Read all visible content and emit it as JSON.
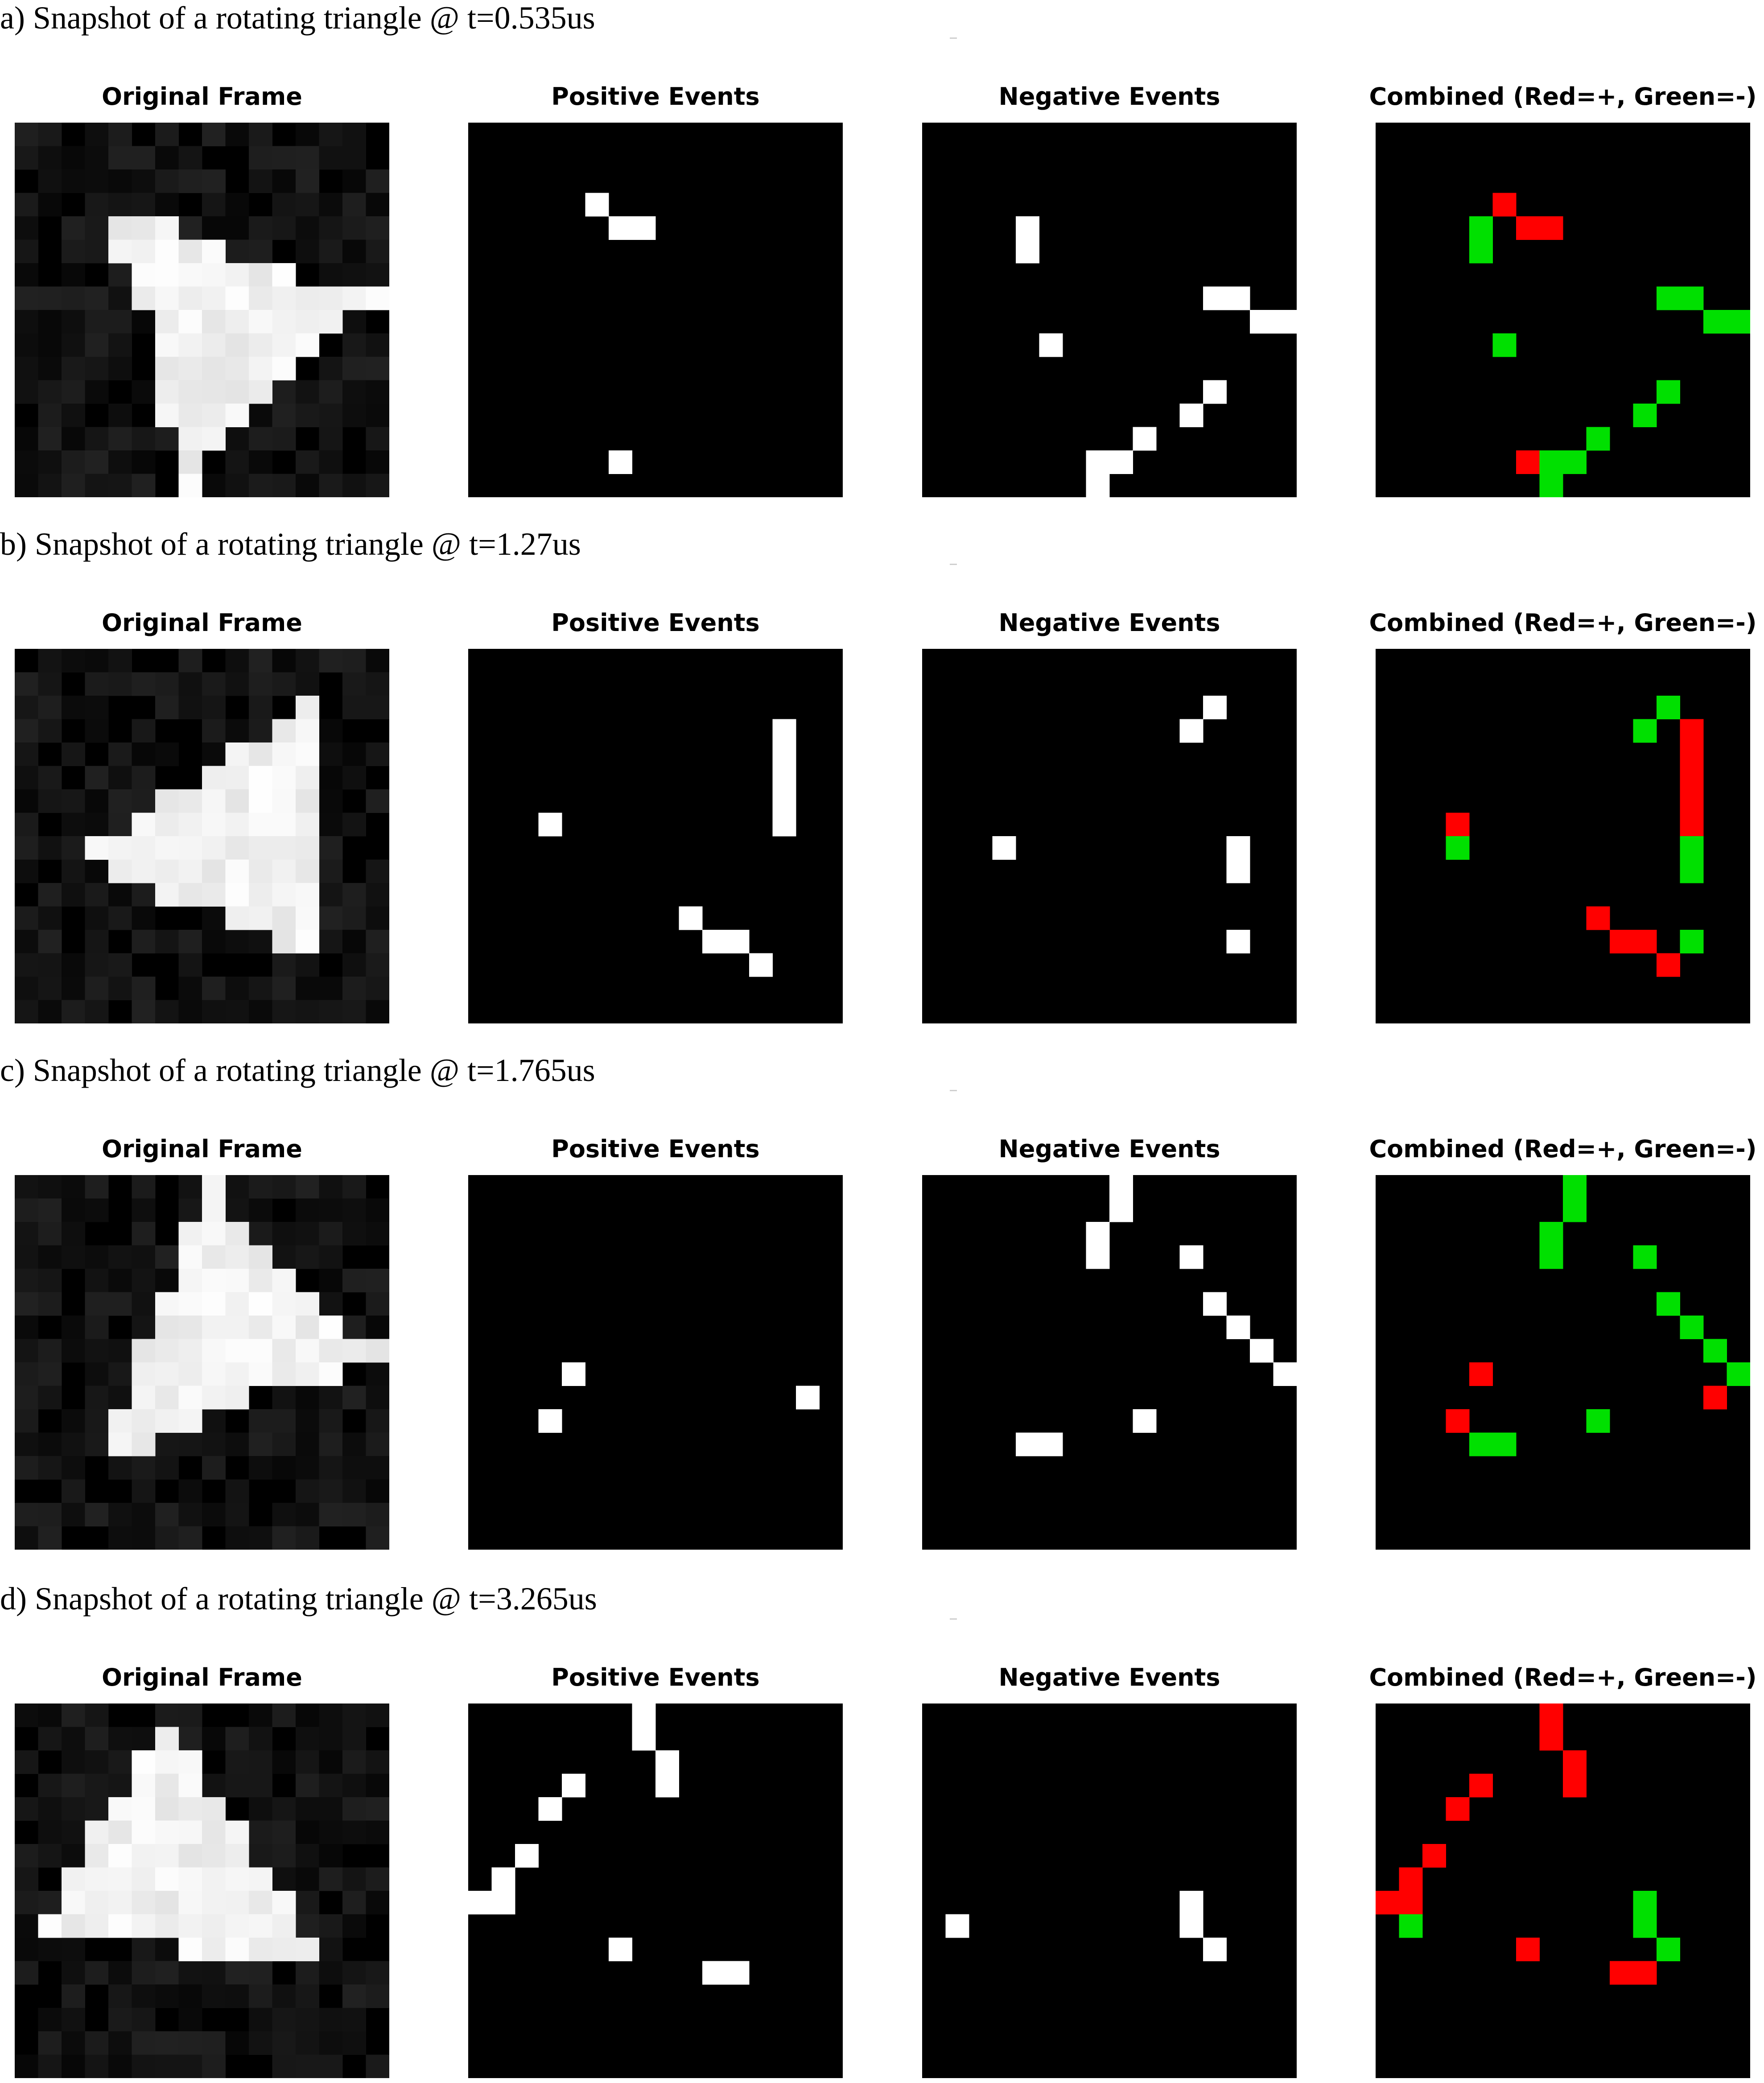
{
  "panel_titles": [
    "Original Frame",
    "Positive Events",
    "Negative Events",
    "Combined (Red=+, Green=-)"
  ],
  "colors": {
    "background": "#000000",
    "event_pixel": "#ffffff",
    "positive_combined": "#ff0000",
    "negative_combined": "#00e000"
  },
  "grid_size": 16,
  "rows": [
    {
      "caption": "a) Snapshot of a rotating triangle @ t=0.535us",
      "original_pixels": [
        [
          4,
          4
        ],
        [
          5,
          4
        ],
        [
          6,
          4
        ],
        [
          4,
          5
        ],
        [
          5,
          5
        ],
        [
          6,
          5
        ],
        [
          7,
          5
        ],
        [
          8,
          5
        ],
        [
          5,
          6
        ],
        [
          6,
          6
        ],
        [
          7,
          6
        ],
        [
          8,
          6
        ],
        [
          9,
          6
        ],
        [
          10,
          6
        ],
        [
          11,
          6
        ],
        [
          5,
          7
        ],
        [
          6,
          7
        ],
        [
          7,
          7
        ],
        [
          8,
          7
        ],
        [
          9,
          7
        ],
        [
          10,
          7
        ],
        [
          11,
          7
        ],
        [
          12,
          7
        ],
        [
          13,
          7
        ],
        [
          14,
          7
        ],
        [
          15,
          7
        ],
        [
          6,
          8
        ],
        [
          7,
          8
        ],
        [
          8,
          8
        ],
        [
          9,
          8
        ],
        [
          10,
          8
        ],
        [
          11,
          8
        ],
        [
          12,
          8
        ],
        [
          13,
          8
        ],
        [
          6,
          9
        ],
        [
          7,
          9
        ],
        [
          8,
          9
        ],
        [
          9,
          9
        ],
        [
          10,
          9
        ],
        [
          11,
          9
        ],
        [
          12,
          9
        ],
        [
          6,
          10
        ],
        [
          7,
          10
        ],
        [
          8,
          10
        ],
        [
          9,
          10
        ],
        [
          10,
          10
        ],
        [
          11,
          10
        ],
        [
          6,
          11
        ],
        [
          7,
          11
        ],
        [
          8,
          11
        ],
        [
          9,
          11
        ],
        [
          10,
          11
        ],
        [
          6,
          12
        ],
        [
          7,
          12
        ],
        [
          8,
          12
        ],
        [
          9,
          12
        ],
        [
          7,
          13
        ],
        [
          8,
          13
        ],
        [
          7,
          14
        ],
        [
          7,
          15
        ]
      ],
      "positive_events": [
        [
          5,
          3
        ],
        [
          6,
          4
        ],
        [
          7,
          4
        ],
        [
          6,
          14
        ]
      ],
      "negative_events": [
        [
          4,
          4
        ],
        [
          4,
          5
        ],
        [
          5,
          9
        ],
        [
          12,
          7
        ],
        [
          13,
          7
        ],
        [
          14,
          8
        ],
        [
          15,
          8
        ],
        [
          12,
          11
        ],
        [
          11,
          12
        ],
        [
          9,
          13
        ],
        [
          8,
          14
        ],
        [
          7,
          14
        ],
        [
          7,
          15
        ]
      ],
      "combined_positive": [
        [
          5,
          3
        ],
        [
          6,
          4
        ],
        [
          7,
          4
        ],
        [
          6,
          14
        ]
      ],
      "combined_negative": [
        [
          4,
          4
        ],
        [
          4,
          5
        ],
        [
          5,
          9
        ],
        [
          12,
          7
        ],
        [
          13,
          7
        ],
        [
          14,
          8
        ],
        [
          15,
          8
        ],
        [
          12,
          11
        ],
        [
          11,
          12
        ],
        [
          9,
          13
        ],
        [
          8,
          14
        ],
        [
          7,
          14
        ],
        [
          7,
          15
        ]
      ]
    },
    {
      "caption": "b) Snapshot of a rotating triangle @ t=1.27us",
      "original_pixels": [
        [
          12,
          2
        ],
        [
          11,
          3
        ],
        [
          12,
          3
        ],
        [
          9,
          4
        ],
        [
          10,
          4
        ],
        [
          11,
          4
        ],
        [
          12,
          4
        ],
        [
          8,
          5
        ],
        [
          9,
          5
        ],
        [
          10,
          5
        ],
        [
          11,
          5
        ],
        [
          12,
          5
        ],
        [
          6,
          6
        ],
        [
          7,
          6
        ],
        [
          8,
          6
        ],
        [
          9,
          6
        ],
        [
          10,
          6
        ],
        [
          11,
          6
        ],
        [
          12,
          6
        ],
        [
          5,
          7
        ],
        [
          6,
          7
        ],
        [
          7,
          7
        ],
        [
          8,
          7
        ],
        [
          9,
          7
        ],
        [
          10,
          7
        ],
        [
          11,
          7
        ],
        [
          12,
          7
        ],
        [
          3,
          8
        ],
        [
          4,
          8
        ],
        [
          5,
          8
        ],
        [
          6,
          8
        ],
        [
          7,
          8
        ],
        [
          8,
          8
        ],
        [
          9,
          8
        ],
        [
          10,
          8
        ],
        [
          11,
          8
        ],
        [
          12,
          8
        ],
        [
          4,
          9
        ],
        [
          5,
          9
        ],
        [
          6,
          9
        ],
        [
          7,
          9
        ],
        [
          8,
          9
        ],
        [
          9,
          9
        ],
        [
          10,
          9
        ],
        [
          11,
          9
        ],
        [
          12,
          9
        ],
        [
          6,
          10
        ],
        [
          7,
          10
        ],
        [
          8,
          10
        ],
        [
          9,
          10
        ],
        [
          10,
          10
        ],
        [
          11,
          10
        ],
        [
          12,
          10
        ],
        [
          9,
          11
        ],
        [
          10,
          11
        ],
        [
          11,
          11
        ],
        [
          12,
          11
        ],
        [
          11,
          12
        ],
        [
          12,
          12
        ]
      ],
      "positive_events": [
        [
          13,
          3
        ],
        [
          13,
          4
        ],
        [
          13,
          5
        ],
        [
          13,
          6
        ],
        [
          13,
          7
        ],
        [
          3,
          7
        ],
        [
          9,
          11
        ],
        [
          10,
          12
        ],
        [
          11,
          12
        ],
        [
          12,
          13
        ]
      ],
      "negative_events": [
        [
          12,
          2
        ],
        [
          11,
          3
        ],
        [
          3,
          8
        ],
        [
          13,
          8
        ],
        [
          13,
          9
        ],
        [
          13,
          12
        ]
      ],
      "combined_positive": [
        [
          13,
          3
        ],
        [
          13,
          4
        ],
        [
          13,
          5
        ],
        [
          13,
          6
        ],
        [
          13,
          7
        ],
        [
          3,
          7
        ],
        [
          9,
          11
        ],
        [
          10,
          12
        ],
        [
          11,
          12
        ],
        [
          12,
          13
        ]
      ],
      "combined_negative": [
        [
          12,
          2
        ],
        [
          11,
          3
        ],
        [
          3,
          8
        ],
        [
          13,
          8
        ],
        [
          13,
          9
        ],
        [
          13,
          12
        ]
      ]
    },
    {
      "caption": "c) Snapshot of a rotating triangle @ t=1.765us",
      "original_pixels": [
        [
          8,
          0
        ],
        [
          8,
          1
        ],
        [
          7,
          2
        ],
        [
          8,
          2
        ],
        [
          9,
          2
        ],
        [
          7,
          3
        ],
        [
          8,
          3
        ],
        [
          9,
          3
        ],
        [
          10,
          3
        ],
        [
          7,
          4
        ],
        [
          8,
          4
        ],
        [
          9,
          4
        ],
        [
          10,
          4
        ],
        [
          11,
          4
        ],
        [
          6,
          5
        ],
        [
          7,
          5
        ],
        [
          8,
          5
        ],
        [
          9,
          5
        ],
        [
          10,
          5
        ],
        [
          11,
          5
        ],
        [
          12,
          5
        ],
        [
          6,
          6
        ],
        [
          7,
          6
        ],
        [
          8,
          6
        ],
        [
          9,
          6
        ],
        [
          10,
          6
        ],
        [
          11,
          6
        ],
        [
          12,
          6
        ],
        [
          13,
          6
        ],
        [
          5,
          7
        ],
        [
          6,
          7
        ],
        [
          7,
          7
        ],
        [
          8,
          7
        ],
        [
          9,
          7
        ],
        [
          10,
          7
        ],
        [
          11,
          7
        ],
        [
          12,
          7
        ],
        [
          13,
          7
        ],
        [
          14,
          7
        ],
        [
          15,
          7
        ],
        [
          5,
          8
        ],
        [
          6,
          8
        ],
        [
          7,
          8
        ],
        [
          8,
          8
        ],
        [
          9,
          8
        ],
        [
          10,
          8
        ],
        [
          11,
          8
        ],
        [
          12,
          8
        ],
        [
          13,
          8
        ],
        [
          5,
          9
        ],
        [
          6,
          9
        ],
        [
          7,
          9
        ],
        [
          8,
          9
        ],
        [
          9,
          9
        ],
        [
          4,
          10
        ],
        [
          5,
          10
        ],
        [
          6,
          10
        ],
        [
          7,
          10
        ],
        [
          4,
          11
        ],
        [
          5,
          11
        ]
      ],
      "positive_events": [
        [
          4,
          8
        ],
        [
          3,
          10
        ],
        [
          14,
          9
        ]
      ],
      "negative_events": [
        [
          8,
          0
        ],
        [
          8,
          1
        ],
        [
          7,
          2
        ],
        [
          7,
          3
        ],
        [
          11,
          3
        ],
        [
          12,
          5
        ],
        [
          13,
          6
        ],
        [
          14,
          7
        ],
        [
          15,
          8
        ],
        [
          4,
          11
        ],
        [
          5,
          11
        ],
        [
          9,
          10
        ]
      ],
      "combined_positive": [
        [
          4,
          8
        ],
        [
          3,
          10
        ],
        [
          14,
          9
        ]
      ],
      "combined_negative": [
        [
          8,
          0
        ],
        [
          8,
          1
        ],
        [
          7,
          2
        ],
        [
          7,
          3
        ],
        [
          11,
          3
        ],
        [
          12,
          5
        ],
        [
          13,
          6
        ],
        [
          14,
          7
        ],
        [
          15,
          8
        ],
        [
          4,
          11
        ],
        [
          5,
          11
        ],
        [
          9,
          10
        ]
      ]
    },
    {
      "caption": "d) Snapshot of a rotating triangle @ t=3.265us",
      "original_pixels": [
        [
          6,
          1
        ],
        [
          5,
          2
        ],
        [
          6,
          2
        ],
        [
          7,
          2
        ],
        [
          5,
          3
        ],
        [
          6,
          3
        ],
        [
          7,
          3
        ],
        [
          4,
          4
        ],
        [
          5,
          4
        ],
        [
          6,
          4
        ],
        [
          7,
          4
        ],
        [
          8,
          4
        ],
        [
          3,
          5
        ],
        [
          4,
          5
        ],
        [
          5,
          5
        ],
        [
          6,
          5
        ],
        [
          7,
          5
        ],
        [
          8,
          5
        ],
        [
          9,
          5
        ],
        [
          3,
          6
        ],
        [
          4,
          6
        ],
        [
          5,
          6
        ],
        [
          6,
          6
        ],
        [
          7,
          6
        ],
        [
          8,
          6
        ],
        [
          9,
          6
        ],
        [
          2,
          7
        ],
        [
          3,
          7
        ],
        [
          4,
          7
        ],
        [
          5,
          7
        ],
        [
          6,
          7
        ],
        [
          7,
          7
        ],
        [
          8,
          7
        ],
        [
          9,
          7
        ],
        [
          10,
          7
        ],
        [
          2,
          8
        ],
        [
          3,
          8
        ],
        [
          4,
          8
        ],
        [
          5,
          8
        ],
        [
          6,
          8
        ],
        [
          7,
          8
        ],
        [
          8,
          8
        ],
        [
          9,
          8
        ],
        [
          10,
          8
        ],
        [
          11,
          8
        ],
        [
          1,
          9
        ],
        [
          2,
          9
        ],
        [
          3,
          9
        ],
        [
          4,
          9
        ],
        [
          5,
          9
        ],
        [
          6,
          9
        ],
        [
          7,
          9
        ],
        [
          8,
          9
        ],
        [
          9,
          9
        ],
        [
          10,
          9
        ],
        [
          11,
          9
        ],
        [
          7,
          10
        ],
        [
          8,
          10
        ],
        [
          9,
          10
        ],
        [
          10,
          10
        ],
        [
          11,
          10
        ],
        [
          12,
          10
        ]
      ],
      "positive_events": [
        [
          7,
          0
        ],
        [
          7,
          1
        ],
        [
          8,
          2
        ],
        [
          8,
          3
        ],
        [
          4,
          3
        ],
        [
          3,
          4
        ],
        [
          2,
          6
        ],
        [
          1,
          7
        ],
        [
          1,
          8
        ],
        [
          0,
          8
        ],
        [
          6,
          10
        ],
        [
          10,
          11
        ],
        [
          11,
          11
        ]
      ],
      "negative_events": [
        [
          1,
          9
        ],
        [
          11,
          8
        ],
        [
          11,
          9
        ],
        [
          12,
          10
        ]
      ],
      "combined_positive": [
        [
          7,
          0
        ],
        [
          7,
          1
        ],
        [
          8,
          2
        ],
        [
          8,
          3
        ],
        [
          4,
          3
        ],
        [
          3,
          4
        ],
        [
          2,
          6
        ],
        [
          1,
          7
        ],
        [
          1,
          8
        ],
        [
          0,
          8
        ],
        [
          6,
          10
        ],
        [
          10,
          11
        ],
        [
          11,
          11
        ]
      ],
      "combined_negative": [
        [
          1,
          9
        ],
        [
          11,
          8
        ],
        [
          11,
          9
        ],
        [
          12,
          10
        ]
      ]
    }
  ]
}
